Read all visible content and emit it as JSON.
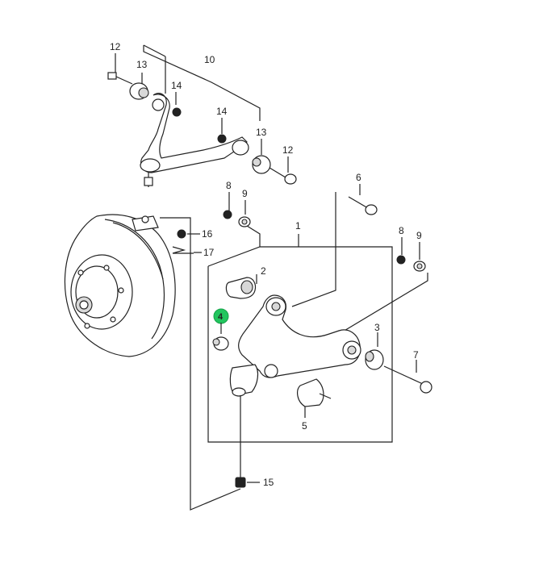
{
  "callouts": {
    "c1": "1",
    "c2": "2",
    "c3": "3",
    "c4": "4",
    "c5": "5",
    "c6": "6",
    "c7": "7",
    "c8a": "8",
    "c8b": "8",
    "c9a": "9",
    "c9b": "9",
    "c10": "10",
    "c12a": "12",
    "c12b": "12",
    "c13a": "13",
    "c13b": "13",
    "c14a": "14",
    "c14b": "14",
    "c15": "15",
    "c16": "16",
    "c17": "17"
  },
  "highlight_color": "#22c55e"
}
